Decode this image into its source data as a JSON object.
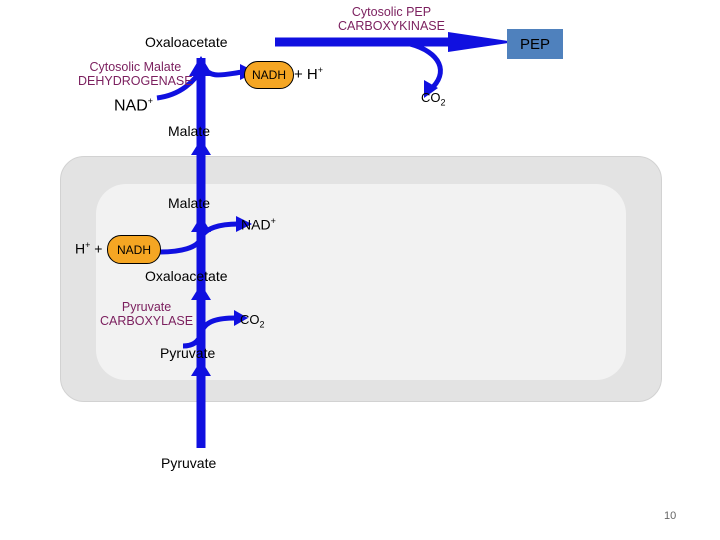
{
  "cytosol": {
    "oxaloacetate": "Oxaloacetate",
    "malate_dehydrogenase": [
      "Cytosolic Malate",
      "DEHYDROGENASE"
    ],
    "nad_plus": "NAD",
    "nad_plus_sup": "+",
    "nadh": "NADH",
    "h_plus": "+ H",
    "h_plus_sup": "+",
    "pep_carboxykinase": [
      "Cytosolic PEP",
      "CARBOXYKINASE"
    ],
    "pep": "PEP",
    "co2": "CO",
    "co2_sub": "2",
    "malate": "Malate"
  },
  "mitochondrion": {
    "malate": "Malate",
    "nad_plus": "NAD",
    "nad_plus_sup": "+",
    "h_plus": "H",
    "h_plus_sup": "+",
    "plus": "+",
    "nadh": "NADH",
    "oxaloacetate": "Oxaloacetate",
    "pyruvate_carboxylase": [
      "Pyruvate",
      "CARBOXYLASE"
    ],
    "co2": "CO",
    "co2_sub": "2",
    "pyruvate": "Pyruvate"
  },
  "pyruvate_bottom": "Pyruvate",
  "slide_number": "10",
  "colors": {
    "arrow": "#1010E0",
    "enzyme_text": "#7B1F5E",
    "nadh_fill": "#F5A623",
    "pep_fill": "#4F81BD",
    "mito_outer": "#e3e3e3"
  }
}
